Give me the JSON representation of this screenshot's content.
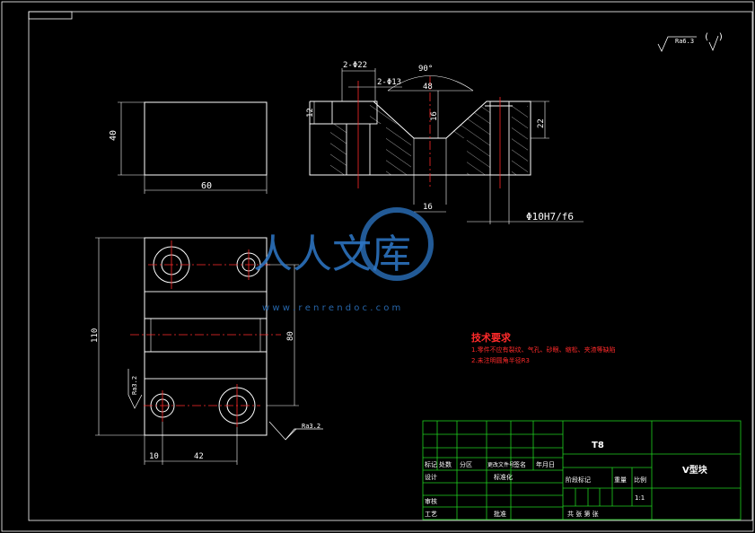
{
  "roughness": {
    "general": "Ra6.3",
    "left_face": "Ra3.2",
    "bottom": "Ra3.2"
  },
  "front_view": {
    "height_dim": "40",
    "width_dim": "60"
  },
  "section_view": {
    "hole_dim_a": "2-Φ22",
    "hole_dim_b": "2-Φ13",
    "angle_dim": "90°",
    "v_width_dim": "48",
    "depth_left_dim": "12",
    "v_depth_dim": "16",
    "height_right_dim": "22",
    "bottom_width_dim": "16",
    "fit_dim": "Φ10H7/f6"
  },
  "top_view": {
    "height_dim": "110",
    "hole_spacing_dim": "80",
    "offset_dim": "10",
    "spacing_dim": "42"
  },
  "watermark": {
    "text": "人人文库",
    "url": "w w w . r e n r e n d o c . c o m"
  },
  "tech_req": {
    "title": "技术要求",
    "line1": "1.零件不应有裂纹、气孔、砂眼、缩松、夹渣等缺陷",
    "line2": "2.未注明圆角半径R3"
  },
  "title_block": {
    "material": "T8",
    "part_name": "V型块",
    "scale": "1:1",
    "labels": {
      "mark": "标记",
      "count": "处数",
      "zone": "分区",
      "doc_no": "更改文件号",
      "sign": "签名",
      "date": "年月日",
      "design": "设计",
      "standard": "标准化",
      "stage_mark": "阶段标记",
      "weight": "重量",
      "ratio": "比例",
      "review": "审核",
      "process": "工艺",
      "approve": "批准",
      "sheets": "共 张 第 张"
    }
  }
}
